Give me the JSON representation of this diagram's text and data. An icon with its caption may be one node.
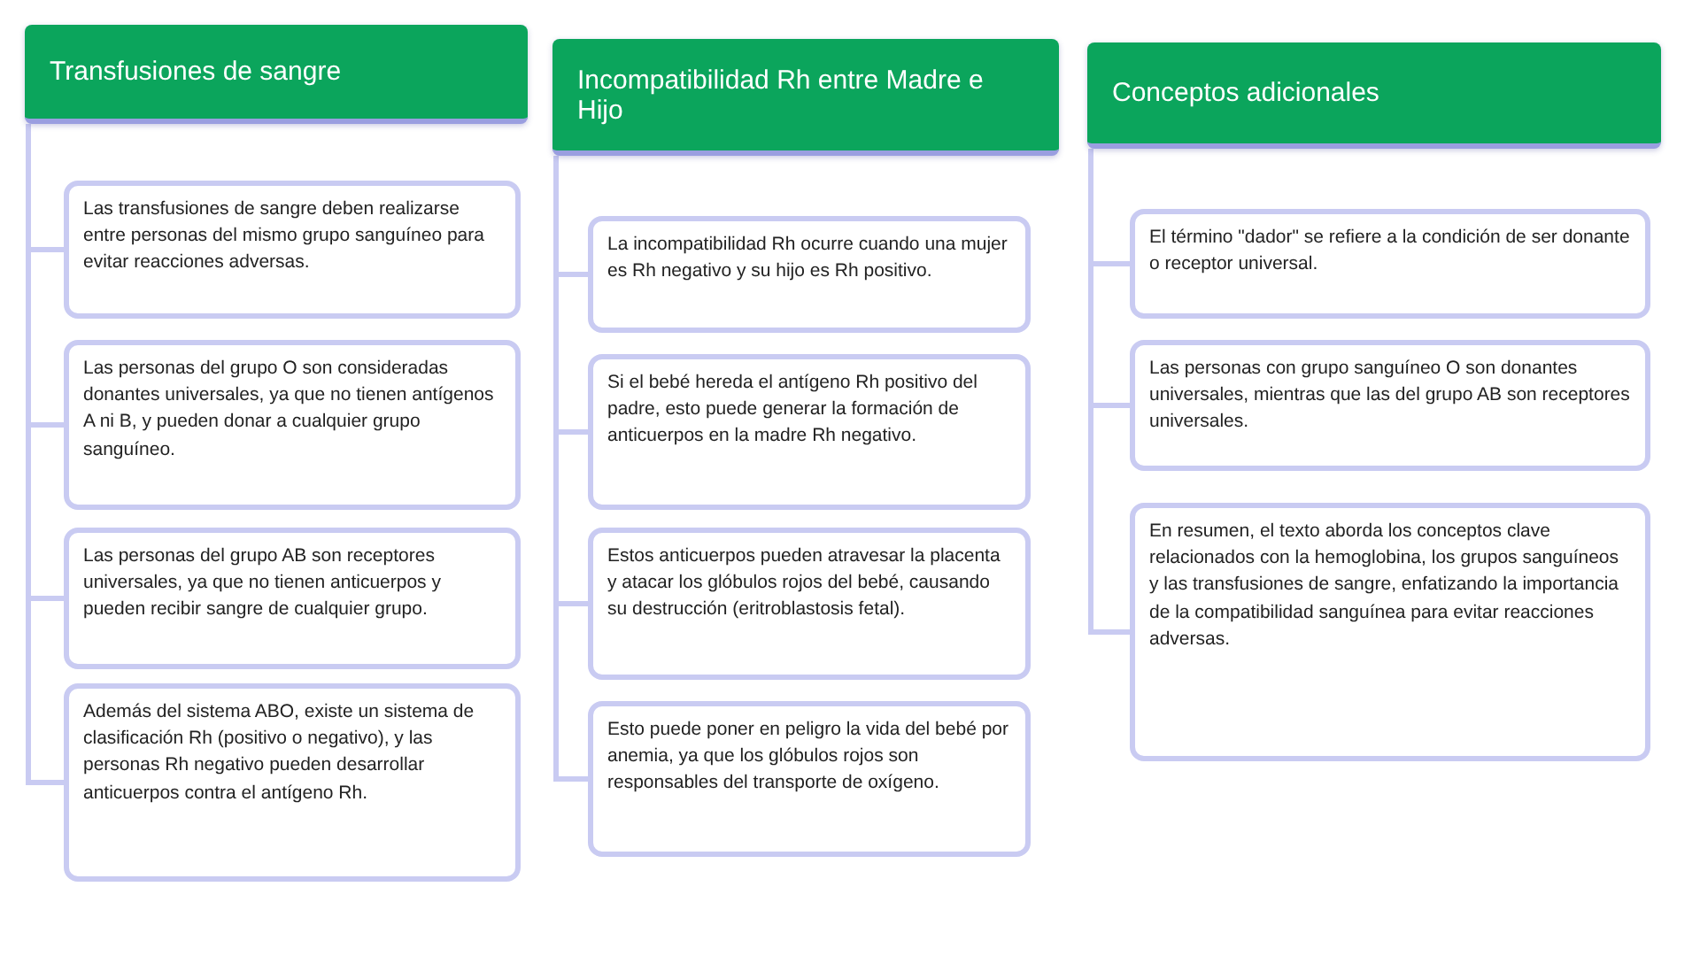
{
  "diagram": {
    "nodes": [
      {
        "text": [
          "Transfusiones de sangre"
        ]
      },
      {
        "text": [
          "Las transfusiones de sangre deben realizarse entre personas del mismo grupo sanguíneo para evitar reacciones adversas."
        ]
      },
      {
        "text": [
          "Las personas del grupo O son consideradas donantes universales, ya que no tienen antígenos A ni B, y pueden donar a cualquier grupo sanguíneo."
        ]
      },
      {
        "text": [
          "Las personas del grupo AB son receptores universales, ya que no tienen anticuerpos y pueden recibir sangre de cualquier grupo."
        ]
      },
      {
        "text": [
          "Además del sistema ABO, existe un sistema de clasificación Rh (positivo o negativo), y las personas Rh negativo pueden desarrollar anticuerpos contra el antígeno Rh."
        ]
      },
      {
        "text": [
          "Incompatibilidad Rh entre Madre e Hijo"
        ]
      },
      {
        "text": [
          "La incompatibilidad Rh ocurre cuando una mujer es Rh negativo y su hijo es Rh positivo."
        ]
      },
      {
        "text": [
          "Si el bebé hereda el antígeno Rh positivo del padre, esto puede generar la formación de anticuerpos en la madre Rh negativo."
        ]
      },
      {
        "text": [
          "Estos anticuerpos pueden atravesar la placenta y atacar los glóbulos rojos del bebé, causando su destrucción (eritroblastosis fetal)."
        ]
      },
      {
        "text": [
          "Esto puede poner en peligro la vida del bebé por anemia, ya que los glóbulos rojos son responsables del transporte de oxígeno."
        ]
      },
      {
        "text": [
          "Conceptos adicionales"
        ]
      },
      {
        "text": [
          "El término \"dador\" se refiere a la condición de ser donante o receptor universal."
        ]
      },
      {
        "text": [
          "Las personas con grupo sanguíneo O son donantes universales, mientras que las del grupo AB son receptores universales."
        ]
      },
      {
        "text": [
          "En resumen, el texto aborda los conceptos clave relacionados con la hemoglobina, los grupos sanguíneos y las transfusiones de sangre, enfatizando la importancia de la compatibilidad sanguínea para evitar reacciones adversas."
        ]
      }
    ],
    "edges": [
      {
        "from": 0,
        "to": 1,
        "arrow": "none"
      },
      {
        "from": 0,
        "to": 2,
        "arrow": "none"
      },
      {
        "from": 0,
        "to": 3,
        "arrow": "none"
      },
      {
        "from": 0,
        "to": 4,
        "arrow": "none"
      },
      {
        "from": 5,
        "to": 6,
        "arrow": "none"
      },
      {
        "from": 5,
        "to": 7,
        "arrow": "none"
      },
      {
        "from": 5,
        "to": 8,
        "arrow": "none"
      },
      {
        "from": 5,
        "to": 9,
        "arrow": "none"
      },
      {
        "from": 10,
        "to": 11,
        "arrow": "none"
      },
      {
        "from": 10,
        "to": 12,
        "arrow": "none"
      },
      {
        "from": 10,
        "to": 13,
        "arrow": "none"
      }
    ]
  }
}
